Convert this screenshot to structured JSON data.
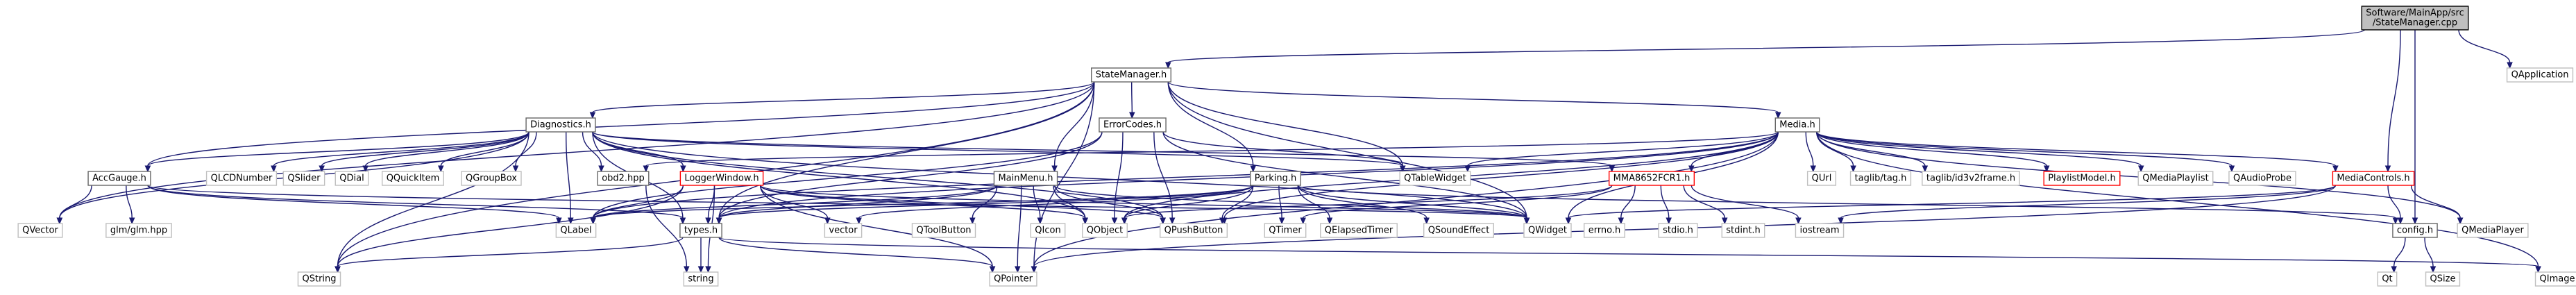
{
  "graph": {
    "nodes": [
      {
        "id": "root",
        "lines": [
          "Software/MainApp/src",
          "/StateManager.cpp"
        ],
        "kind": "root"
      },
      {
        "id": "statemanager_h",
        "lines": [
          "StateManager.h"
        ],
        "kind": "hdr"
      },
      {
        "id": "qapplication",
        "lines": [
          "QApplication"
        ],
        "kind": "ext"
      },
      {
        "id": "diagnostics_h",
        "lines": [
          "Diagnostics.h"
        ],
        "kind": "hdr"
      },
      {
        "id": "errorcodes_h",
        "lines": [
          "ErrorCodes.h"
        ],
        "kind": "hdr"
      },
      {
        "id": "media_h",
        "lines": [
          "Media.h"
        ],
        "kind": "hdr"
      },
      {
        "id": "accgauge_h",
        "lines": [
          "AccGauge.h"
        ],
        "kind": "hdr"
      },
      {
        "id": "qlcdnumber",
        "lines": [
          "QLCDNumber"
        ],
        "kind": "ext"
      },
      {
        "id": "qslider",
        "lines": [
          "QSlider"
        ],
        "kind": "ext"
      },
      {
        "id": "qdial",
        "lines": [
          "QDial"
        ],
        "kind": "ext"
      },
      {
        "id": "qquickitem",
        "lines": [
          "QQuickItem"
        ],
        "kind": "ext"
      },
      {
        "id": "qgroupbox",
        "lines": [
          "QGroupBox"
        ],
        "kind": "ext"
      },
      {
        "id": "obd2_hpp",
        "lines": [
          "obd2.hpp"
        ],
        "kind": "hdr"
      },
      {
        "id": "loggerwindow_h",
        "lines": [
          "LoggerWindow.h"
        ],
        "kind": "red"
      },
      {
        "id": "mainmenu_h",
        "lines": [
          "MainMenu.h"
        ],
        "kind": "hdr"
      },
      {
        "id": "parking_h",
        "lines": [
          "Parking.h"
        ],
        "kind": "hdr"
      },
      {
        "id": "qtablewidget",
        "lines": [
          "QTableWidget"
        ],
        "kind": "ext"
      },
      {
        "id": "mma8652fcr1_h",
        "lines": [
          "MMA8652FCR1.h"
        ],
        "kind": "red"
      },
      {
        "id": "qurl",
        "lines": [
          "QUrl"
        ],
        "kind": "ext"
      },
      {
        "id": "taglib_tag_h",
        "lines": [
          "taglib/tag.h"
        ],
        "kind": "ext"
      },
      {
        "id": "taglib_id3v2frame_h",
        "lines": [
          "taglib/id3v2frame.h"
        ],
        "kind": "ext"
      },
      {
        "id": "playlistmodel_h",
        "lines": [
          "PlaylistModel.h"
        ],
        "kind": "red"
      },
      {
        "id": "qmediaplaylist",
        "lines": [
          "QMediaPlaylist"
        ],
        "kind": "ext"
      },
      {
        "id": "qaudioprobe",
        "lines": [
          "QAudioProbe"
        ],
        "kind": "ext"
      },
      {
        "id": "mediacontrols_h",
        "lines": [
          "MediaControls.h"
        ],
        "kind": "red"
      },
      {
        "id": "qvector",
        "lines": [
          "QVector"
        ],
        "kind": "ext"
      },
      {
        "id": "glm_hpp",
        "lines": [
          "glm/glm.hpp"
        ],
        "kind": "ext"
      },
      {
        "id": "qlabel",
        "lines": [
          "QLabel"
        ],
        "kind": "ext"
      },
      {
        "id": "types_h",
        "lines": [
          "types.h"
        ],
        "kind": "hdr"
      },
      {
        "id": "vector",
        "lines": [
          "vector"
        ],
        "kind": "ext"
      },
      {
        "id": "qtoolbutton",
        "lines": [
          "QToolButton"
        ],
        "kind": "ext"
      },
      {
        "id": "qicon",
        "lines": [
          "QIcon"
        ],
        "kind": "ext"
      },
      {
        "id": "qobject",
        "lines": [
          "QObject"
        ],
        "kind": "ext"
      },
      {
        "id": "qpushbutton",
        "lines": [
          "QPushButton"
        ],
        "kind": "ext"
      },
      {
        "id": "qtimer",
        "lines": [
          "QTimer"
        ],
        "kind": "ext"
      },
      {
        "id": "qelapsedtimer",
        "lines": [
          "QElapsedTimer"
        ],
        "kind": "ext"
      },
      {
        "id": "qsoundeffect",
        "lines": [
          "QSoundEffect"
        ],
        "kind": "ext"
      },
      {
        "id": "qwidget",
        "lines": [
          "QWidget"
        ],
        "kind": "ext"
      },
      {
        "id": "errno_h",
        "lines": [
          "errno.h"
        ],
        "kind": "ext"
      },
      {
        "id": "stdio_h",
        "lines": [
          "stdio.h"
        ],
        "kind": "ext"
      },
      {
        "id": "stdint_h",
        "lines": [
          "stdint.h"
        ],
        "kind": "ext"
      },
      {
        "id": "iostream",
        "lines": [
          "iostream"
        ],
        "kind": "ext"
      },
      {
        "id": "config_h",
        "lines": [
          "config.h"
        ],
        "kind": "hdr"
      },
      {
        "id": "qmediaplayer",
        "lines": [
          "QMediaPlayer"
        ],
        "kind": "ext"
      },
      {
        "id": "qimage",
        "lines": [
          "QImage"
        ],
        "kind": "ext"
      },
      {
        "id": "qstring",
        "lines": [
          "QString"
        ],
        "kind": "ext"
      },
      {
        "id": "string",
        "lines": [
          "string"
        ],
        "kind": "ext"
      },
      {
        "id": "qpointer",
        "lines": [
          "QPointer"
        ],
        "kind": "ext"
      },
      {
        "id": "qt",
        "lines": [
          "Qt"
        ],
        "kind": "ext"
      },
      {
        "id": "qsize",
        "lines": [
          "QSize"
        ],
        "kind": "ext"
      }
    ],
    "edges": [
      [
        "root",
        "statemanager_h"
      ],
      [
        "root",
        "qapplication"
      ],
      [
        "root",
        "mediacontrols_h"
      ],
      [
        "root",
        "config_h"
      ],
      [
        "statemanager_h",
        "diagnostics_h"
      ],
      [
        "statemanager_h",
        "errorcodes_h"
      ],
      [
        "statemanager_h",
        "media_h"
      ],
      [
        "statemanager_h",
        "mainmenu_h"
      ],
      [
        "statemanager_h",
        "parking_h"
      ],
      [
        "statemanager_h",
        "accgauge_h"
      ],
      [
        "statemanager_h",
        "qvector"
      ],
      [
        "statemanager_h",
        "qstring"
      ],
      [
        "statemanager_h",
        "types_h"
      ],
      [
        "statemanager_h",
        "qwidget"
      ],
      [
        "statemanager_h",
        "qpointer"
      ],
      [
        "statemanager_h",
        "qtablewidget"
      ],
      [
        "diagnostics_h",
        "accgauge_h"
      ],
      [
        "diagnostics_h",
        "qlcdnumber"
      ],
      [
        "diagnostics_h",
        "qslider"
      ],
      [
        "diagnostics_h",
        "qdial"
      ],
      [
        "diagnostics_h",
        "qquickitem"
      ],
      [
        "diagnostics_h",
        "qgroupbox"
      ],
      [
        "diagnostics_h",
        "obd2_hpp"
      ],
      [
        "diagnostics_h",
        "loggerwindow_h"
      ],
      [
        "diagnostics_h",
        "mma8652fcr1_h"
      ],
      [
        "diagnostics_h",
        "qvector"
      ],
      [
        "diagnostics_h",
        "qlabel"
      ],
      [
        "diagnostics_h",
        "types_h"
      ],
      [
        "diagnostics_h",
        "qobject"
      ],
      [
        "diagnostics_h",
        "qpushbutton"
      ],
      [
        "diagnostics_h",
        "qwidget"
      ],
      [
        "diagnostics_h",
        "qstring"
      ],
      [
        "diagnostics_h",
        "qtablewidget"
      ],
      [
        "errorcodes_h",
        "types_h"
      ],
      [
        "errorcodes_h",
        "qobject"
      ],
      [
        "errorcodes_h",
        "qpushbutton"
      ],
      [
        "errorcodes_h",
        "qtablewidget"
      ],
      [
        "errorcodes_h",
        "qwidget"
      ],
      [
        "errorcodes_h",
        "qlabel"
      ],
      [
        "media_h",
        "obd2_hpp"
      ],
      [
        "media_h",
        "mma8652fcr1_h"
      ],
      [
        "media_h",
        "qurl"
      ],
      [
        "media_h",
        "taglib_tag_h"
      ],
      [
        "media_h",
        "taglib_id3v2frame_h"
      ],
      [
        "media_h",
        "playlistmodel_h"
      ],
      [
        "media_h",
        "qmediaplaylist"
      ],
      [
        "media_h",
        "qaudioprobe"
      ],
      [
        "media_h",
        "mediacontrols_h"
      ],
      [
        "media_h",
        "qmediaplayer"
      ],
      [
        "media_h",
        "qtablewidget"
      ],
      [
        "media_h",
        "qwidget"
      ],
      [
        "media_h",
        "qpointer"
      ],
      [
        "media_h",
        "qobject"
      ],
      [
        "media_h",
        "qlabel"
      ],
      [
        "media_h",
        "types_h"
      ],
      [
        "media_h",
        "qimage"
      ],
      [
        "media_h",
        "qpushbutton"
      ],
      [
        "accgauge_h",
        "qvector"
      ],
      [
        "accgauge_h",
        "glm_hpp"
      ],
      [
        "accgauge_h",
        "qlabel"
      ],
      [
        "accgauge_h",
        "qwidget"
      ],
      [
        "accgauge_h",
        "types_h"
      ],
      [
        "obd2_hpp",
        "string"
      ],
      [
        "loggerwindow_h",
        "types_h"
      ],
      [
        "loggerwindow_h",
        "vector"
      ],
      [
        "loggerwindow_h",
        "qlabel"
      ],
      [
        "loggerwindow_h",
        "qobject"
      ],
      [
        "loggerwindow_h",
        "qpushbutton"
      ],
      [
        "loggerwindow_h",
        "qwidget"
      ],
      [
        "loggerwindow_h",
        "qstring"
      ],
      [
        "loggerwindow_h",
        "string"
      ],
      [
        "loggerwindow_h",
        "qpointer"
      ],
      [
        "mainmenu_h",
        "qtoolbutton"
      ],
      [
        "mainmenu_h",
        "qicon"
      ],
      [
        "mainmenu_h",
        "qobject"
      ],
      [
        "mainmenu_h",
        "qpushbutton"
      ],
      [
        "mainmenu_h",
        "qwidget"
      ],
      [
        "mainmenu_h",
        "qpointer"
      ],
      [
        "mainmenu_h",
        "types_h"
      ],
      [
        "mainmenu_h",
        "qlabel"
      ],
      [
        "parking_h",
        "qtimer"
      ],
      [
        "parking_h",
        "qelapsedtimer"
      ],
      [
        "parking_h",
        "qsoundeffect"
      ],
      [
        "parking_h",
        "qwidget"
      ],
      [
        "parking_h",
        "qobject"
      ],
      [
        "parking_h",
        "qpushbutton"
      ],
      [
        "parking_h",
        "vector"
      ],
      [
        "parking_h",
        "types_h"
      ],
      [
        "parking_h",
        "qlabel"
      ],
      [
        "parking_h",
        "config_h"
      ],
      [
        "mma8652fcr1_h",
        "errno_h"
      ],
      [
        "mma8652fcr1_h",
        "stdio_h"
      ],
      [
        "mma8652fcr1_h",
        "stdint_h"
      ],
      [
        "mma8652fcr1_h",
        "iostream"
      ],
      [
        "mma8652fcr1_h",
        "qobject"
      ],
      [
        "mma8652fcr1_h",
        "qtimer"
      ],
      [
        "mediacontrols_h",
        "config_h"
      ],
      [
        "mediacontrols_h",
        "qmediaplayer"
      ],
      [
        "mediacontrols_h",
        "qwidget"
      ],
      [
        "mediacontrols_h",
        "qpointer"
      ],
      [
        "mediacontrols_h",
        "iostream"
      ],
      [
        "types_h",
        "qstring"
      ],
      [
        "types_h",
        "string"
      ],
      [
        "types_h",
        "qpointer"
      ],
      [
        "types_h",
        "qimage"
      ],
      [
        "config_h",
        "qt"
      ],
      [
        "config_h",
        "qsize"
      ]
    ]
  }
}
